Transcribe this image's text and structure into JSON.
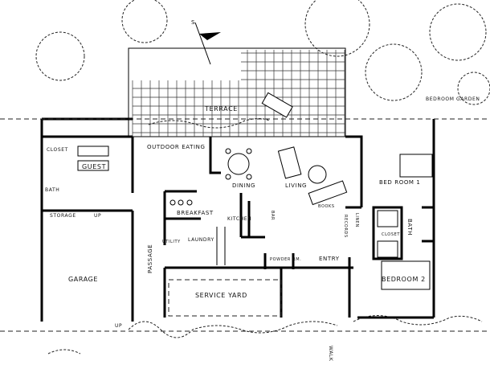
{
  "title": "House floor plan",
  "rooms": {
    "terrace": "TERRACE",
    "bedroom_garden": "BEDROOM GARDEN",
    "outdoor_eating": "OUTDOOR EATING",
    "closet_guest": "CLOSET",
    "guest": "GUEST",
    "bath_guest": "BATH",
    "storage": "STORAGE",
    "up_stairs": "UP",
    "dining": "DINING",
    "living": "LIVING",
    "bedroom1": "BED ROOM 1",
    "breakfast": "BREAKFAST",
    "kitchen": "KITCHEN",
    "bar": "BAR",
    "utility": "UTILITY",
    "laundry": "LAUNDRY",
    "passage": "PASSAGE",
    "books": "BOOKS",
    "records": "RECORDS",
    "linen": "LINEN",
    "closet_bath": "CLOSET",
    "bath_main": "BATH",
    "powder_rm": "POWDER RM.",
    "entry": "ENTRY",
    "bedroom2": "BEDROOM 2",
    "garage": "GARAGE",
    "service_yard": "SERVICE YARD",
    "walk": "WALK",
    "up_outside": "UP"
  }
}
